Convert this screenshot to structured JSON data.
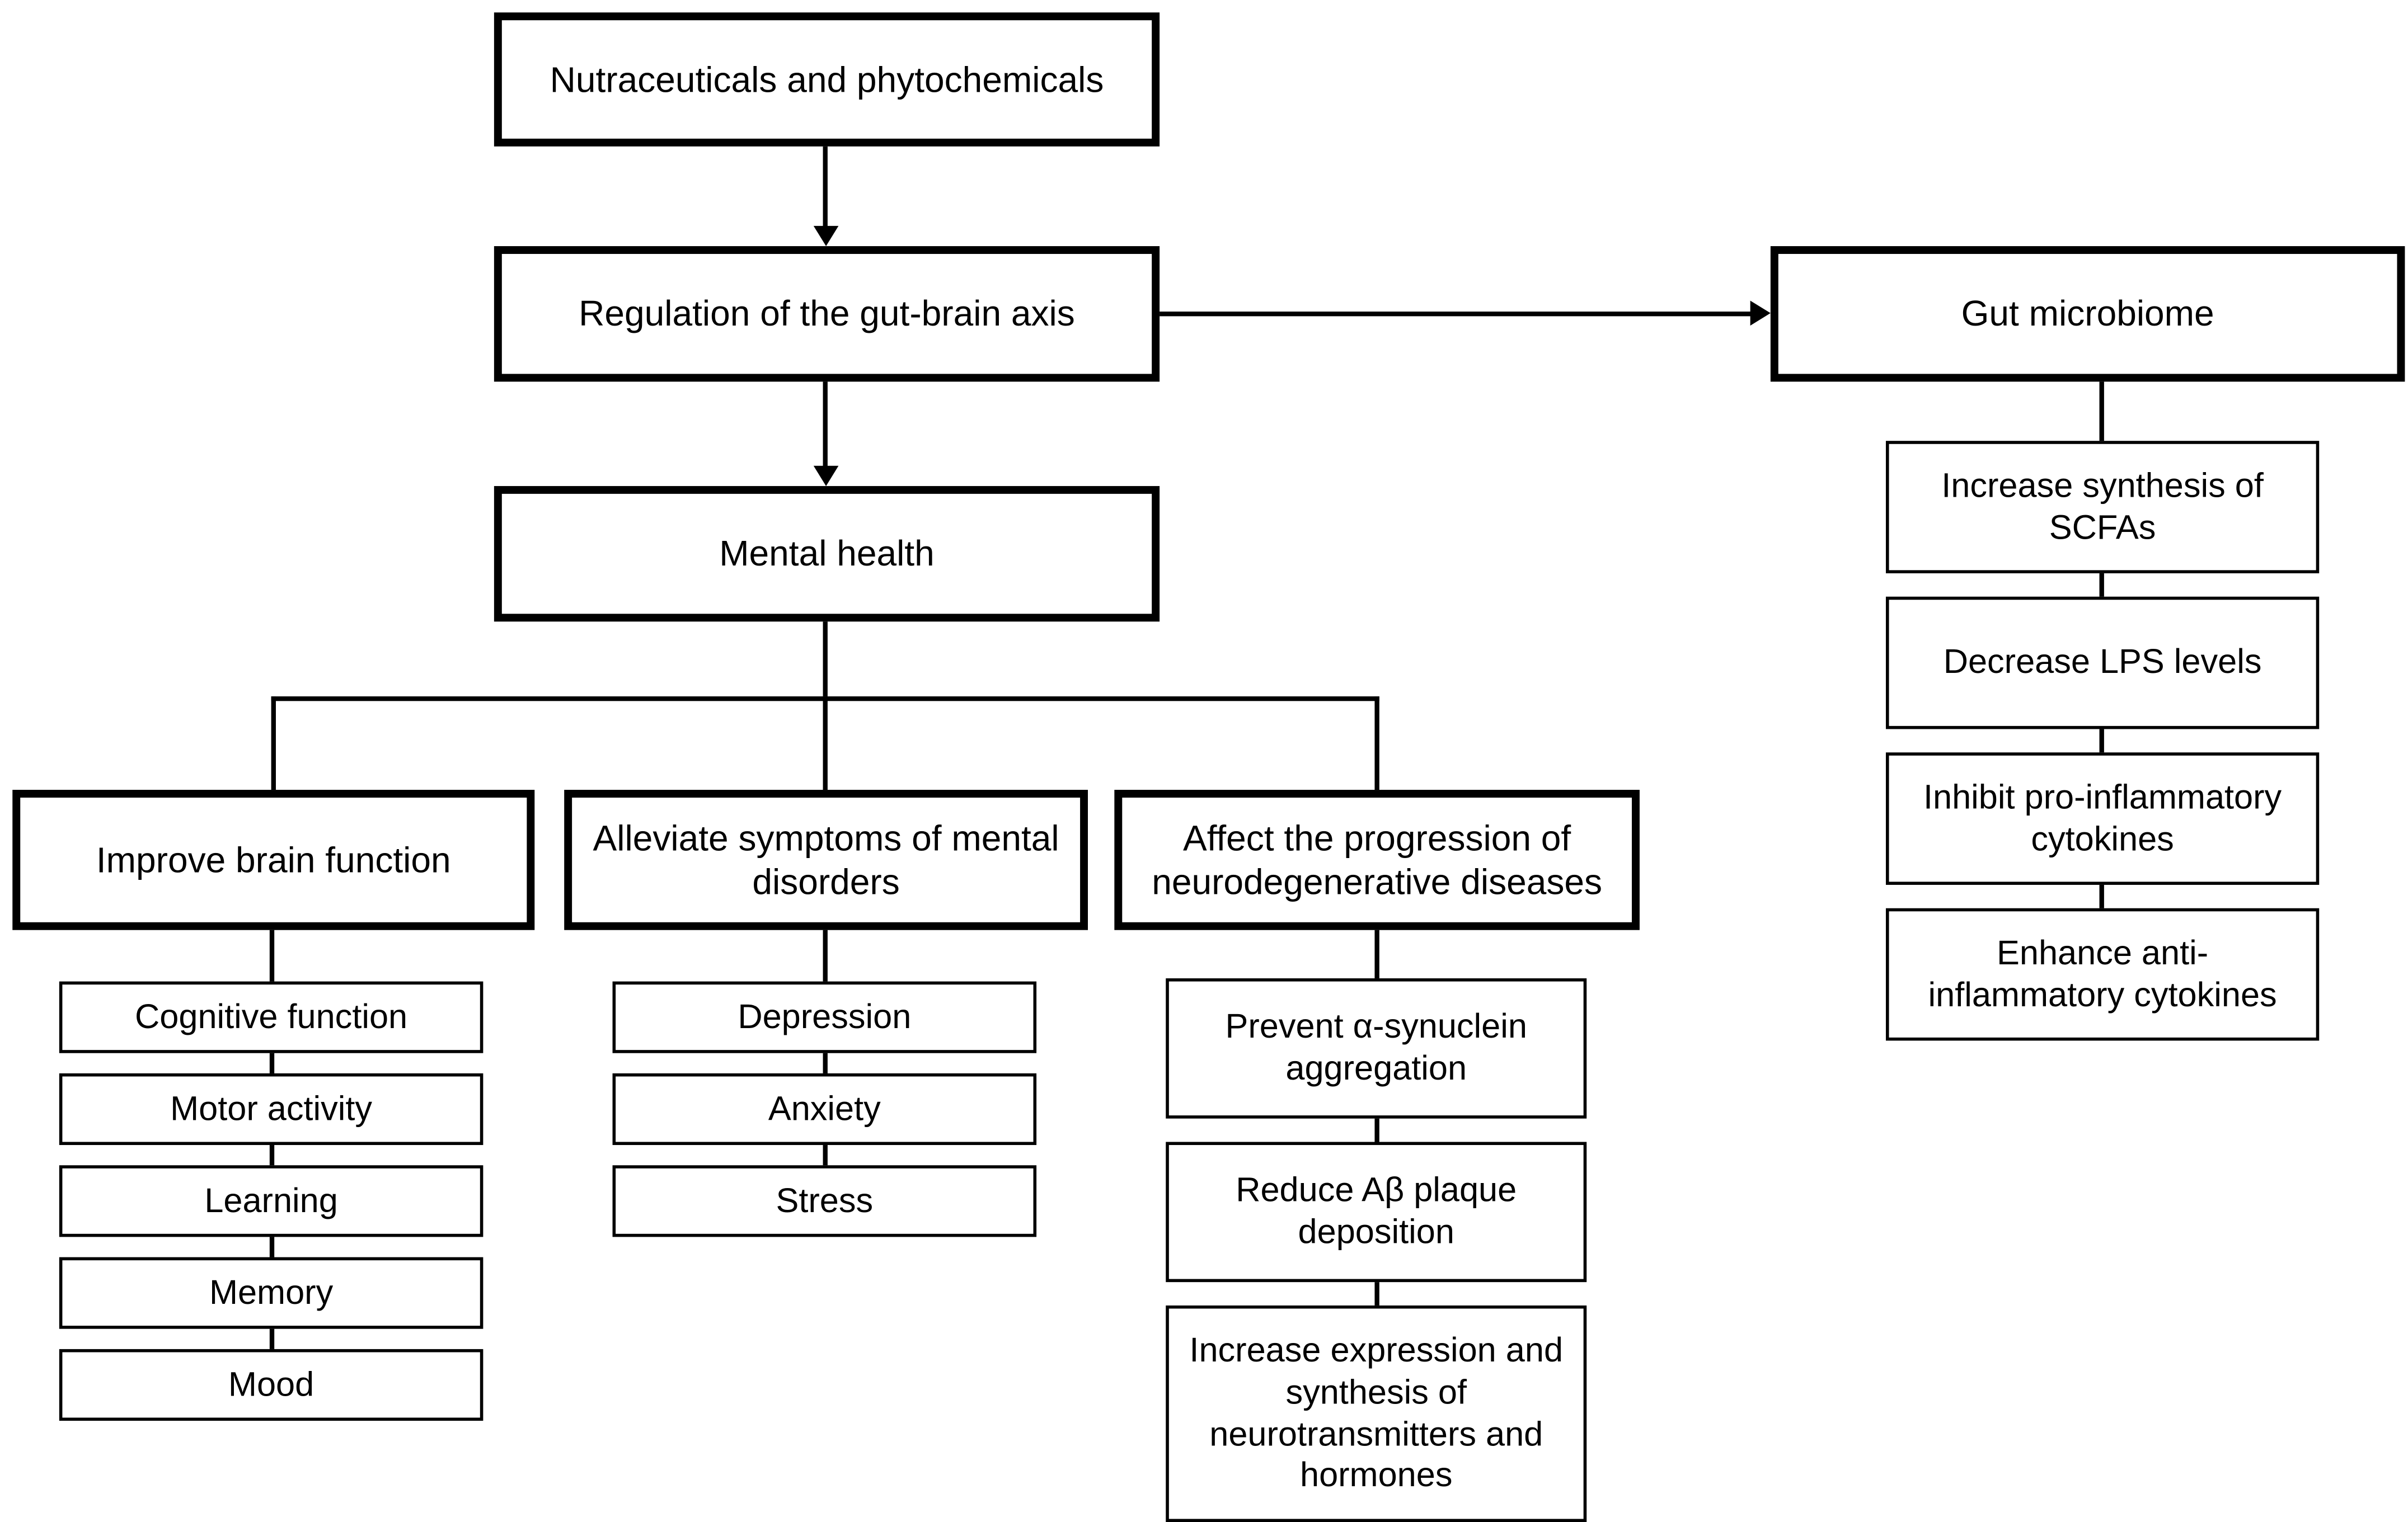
{
  "diagram": {
    "type": "flowchart",
    "colors": {
      "border": "#000000",
      "background": "#ffffff",
      "text": "#000000"
    },
    "nodes": {
      "nutraceuticals": {
        "label": "Nutraceuticals and phytochemicals"
      },
      "regulation": {
        "label": "Regulation of the gut-brain axis"
      },
      "gut_microbiome": {
        "label": "Gut microbiome"
      },
      "mental_health": {
        "label": "Mental health"
      },
      "improve_brain_function": {
        "label": "Improve brain function"
      },
      "alleviate_symptoms": {
        "label": "Alleviate symptoms of mental disorders"
      },
      "affect_progression": {
        "label": "Affect the progression of neurodegenerative diseases"
      },
      "cognitive_function": {
        "label": "Cognitive function"
      },
      "motor_activity": {
        "label": "Motor activity"
      },
      "learning": {
        "label": "Learning"
      },
      "memory": {
        "label": "Memory"
      },
      "mood": {
        "label": "Mood"
      },
      "depression": {
        "label": "Depression"
      },
      "anxiety": {
        "label": "Anxiety"
      },
      "stress": {
        "label": "Stress"
      },
      "prevent_synuclein": {
        "label": "Prevent α-synuclein aggregation"
      },
      "reduce_abeta": {
        "label": "Reduce Aβ plaque deposition"
      },
      "increase_expression": {
        "label": "Increase expression and synthesis of neurotransmitters and hormones"
      },
      "increase_scfas": {
        "label": "Increase synthesis of SCFAs"
      },
      "decrease_lps": {
        "label": "Decrease LPS levels"
      },
      "inhibit_pro": {
        "label": "Inhibit pro-inflammatory cytokines"
      },
      "enhance_anti": {
        "label": "Enhance anti-inflammatory cytokines"
      }
    },
    "edges": [
      {
        "from": "nutraceuticals",
        "to": "regulation",
        "type": "arrow"
      },
      {
        "from": "regulation",
        "to": "gut_microbiome",
        "type": "arrow"
      },
      {
        "from": "regulation",
        "to": "mental_health",
        "type": "arrow"
      },
      {
        "from": "gut_microbiome",
        "to": "increase_scfas",
        "type": "line"
      },
      {
        "from": "increase_scfas",
        "to": "decrease_lps",
        "type": "line"
      },
      {
        "from": "decrease_lps",
        "to": "inhibit_pro",
        "type": "line"
      },
      {
        "from": "inhibit_pro",
        "to": "enhance_anti",
        "type": "line"
      },
      {
        "from": "mental_health",
        "to": "improve_brain_function",
        "type": "line"
      },
      {
        "from": "mental_health",
        "to": "alleviate_symptoms",
        "type": "line"
      },
      {
        "from": "mental_health",
        "to": "affect_progression",
        "type": "line"
      },
      {
        "from": "improve_brain_function",
        "to": "cognitive_function",
        "type": "line"
      },
      {
        "from": "cognitive_function",
        "to": "motor_activity",
        "type": "line"
      },
      {
        "from": "motor_activity",
        "to": "learning",
        "type": "line"
      },
      {
        "from": "learning",
        "to": "memory",
        "type": "line"
      },
      {
        "from": "memory",
        "to": "mood",
        "type": "line"
      },
      {
        "from": "alleviate_symptoms",
        "to": "depression",
        "type": "line"
      },
      {
        "from": "depression",
        "to": "anxiety",
        "type": "line"
      },
      {
        "from": "anxiety",
        "to": "stress",
        "type": "line"
      },
      {
        "from": "affect_progression",
        "to": "prevent_synuclein",
        "type": "line"
      },
      {
        "from": "prevent_synuclein",
        "to": "reduce_abeta",
        "type": "line"
      },
      {
        "from": "reduce_abeta",
        "to": "increase_expression",
        "type": "line"
      }
    ]
  }
}
